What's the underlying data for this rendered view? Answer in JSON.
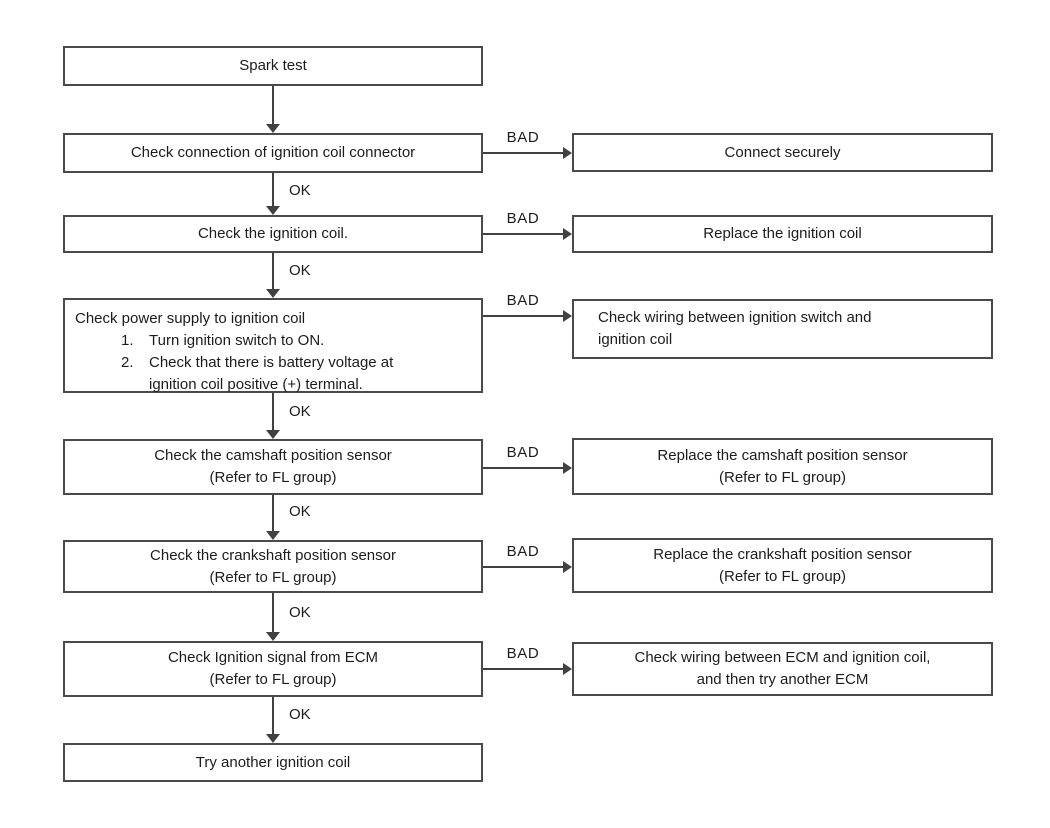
{
  "labels": {
    "ok": "OK",
    "bad": "BAD"
  },
  "flow": {
    "left_steps": [
      {
        "line1": "Spark test"
      },
      {
        "line1": "Check connection of ignition coil connector"
      },
      {
        "line1": "Check the ignition coil."
      },
      {
        "line1": "Check power supply to ignition coil",
        "item1_num": "1.",
        "item1": "Turn ignition switch to ON.",
        "item2_num": "2.",
        "item2_line1": "Check that there is battery voltage at",
        "item2_line2": "ignition coil positive (+) terminal."
      },
      {
        "line1": "Check the camshaft position sensor",
        "line2": "(Refer to FL group)"
      },
      {
        "line1": "Check the crankshaft position sensor",
        "line2": "(Refer to FL group)"
      },
      {
        "line1": "Check Ignition signal from ECM",
        "line2": "(Refer to FL group)"
      },
      {
        "line1": "Try another ignition coil"
      }
    ],
    "bad_actions": [
      {
        "line1": "Connect securely"
      },
      {
        "line1": "Replace the ignition coil"
      },
      {
        "line1": "Check wiring between ignition switch and",
        "line2": "ignition coil"
      },
      {
        "line1": "Replace the camshaft position sensor",
        "line2": "(Refer to FL group)"
      },
      {
        "line1": "Replace the crankshaft position sensor",
        "line2": "(Refer to FL group)"
      },
      {
        "line1": "Check wiring between ECM and ignition coil,",
        "line2": "and then try another ECM"
      }
    ],
    "colors": {
      "background": "#ffffff",
      "box_border": "#4a4a4a",
      "line": "#414141",
      "text": "#1c1c1c"
    }
  }
}
